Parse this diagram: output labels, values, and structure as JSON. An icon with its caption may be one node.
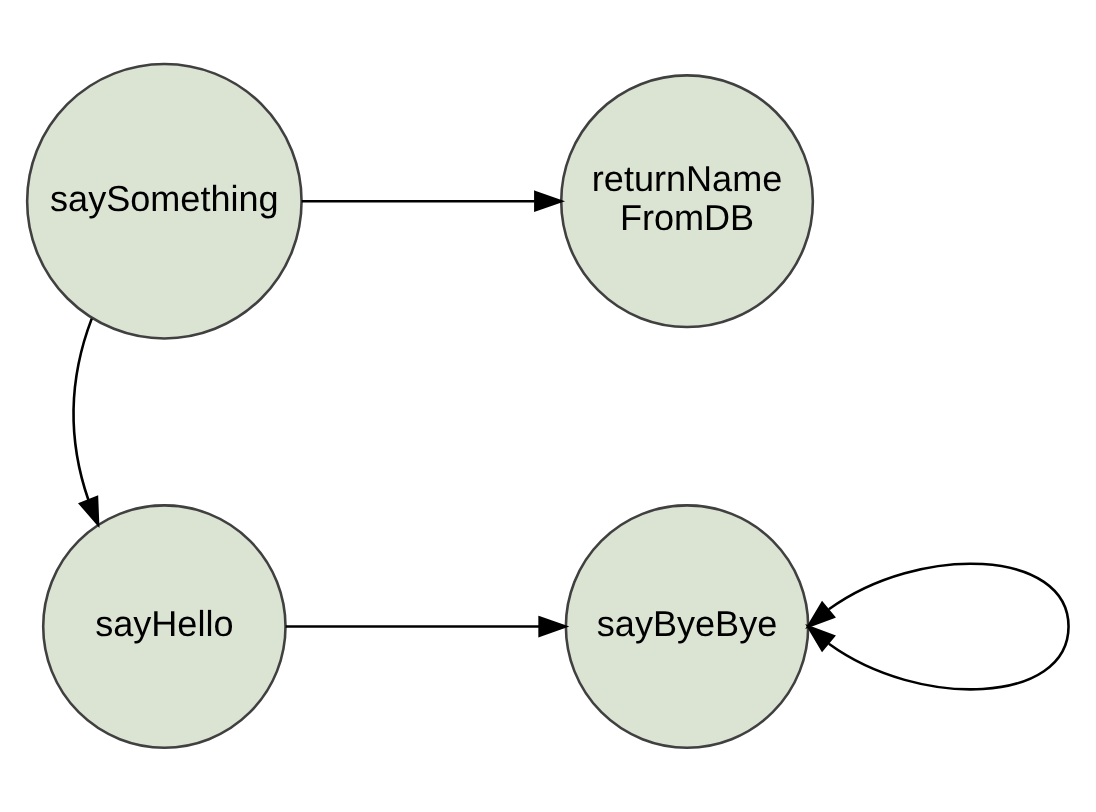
{
  "diagram": {
    "nodes": [
      {
        "text": [
          "sayHello"
        ]
      },
      {
        "text": [
          "sayByeBye"
        ]
      },
      {
        "text": [
          "saySomething"
        ]
      },
      {
        "text": [
          "returnName FromDB"
        ]
      }
    ],
    "edges": [
      {
        "from": 0,
        "to": 1,
        "arrow": "to"
      },
      {
        "from": 1,
        "to": 1,
        "arrow": "both"
      },
      {
        "from": 2,
        "to": 0,
        "arrow": "to"
      },
      {
        "from": 2,
        "to": 3,
        "arrow": "to"
      }
    ]
  }
}
